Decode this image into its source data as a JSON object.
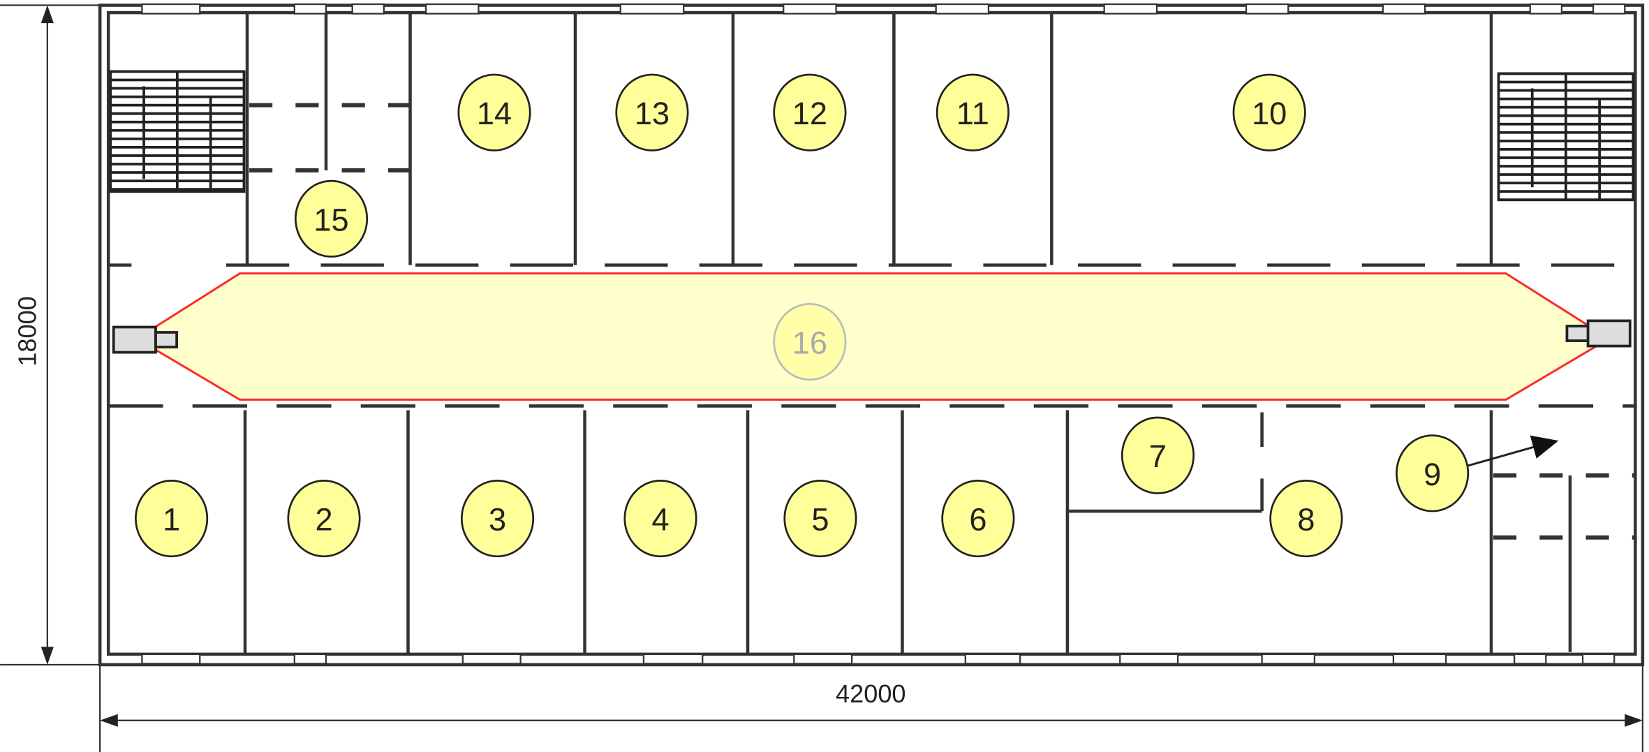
{
  "plan": {
    "width_dimension": "42000",
    "height_dimension": "18000",
    "colors": {
      "room_marker": "#ffff99",
      "coverage_fill": "#ffffcc",
      "coverage_outline": "#ff2a2a",
      "wall": "#333333"
    },
    "rooms": [
      {
        "label": "1"
      },
      {
        "label": "2"
      },
      {
        "label": "3"
      },
      {
        "label": "4"
      },
      {
        "label": "5"
      },
      {
        "label": "6"
      },
      {
        "label": "7"
      },
      {
        "label": "8"
      },
      {
        "label": "9"
      },
      {
        "label": "10"
      },
      {
        "label": "11"
      },
      {
        "label": "12"
      },
      {
        "label": "13"
      },
      {
        "label": "14"
      },
      {
        "label": "15"
      },
      {
        "label": "16"
      }
    ],
    "icons": [
      "camera-icon",
      "camera-icon",
      "arrow-icon",
      "stairs-icon",
      "stairs-icon"
    ]
  }
}
